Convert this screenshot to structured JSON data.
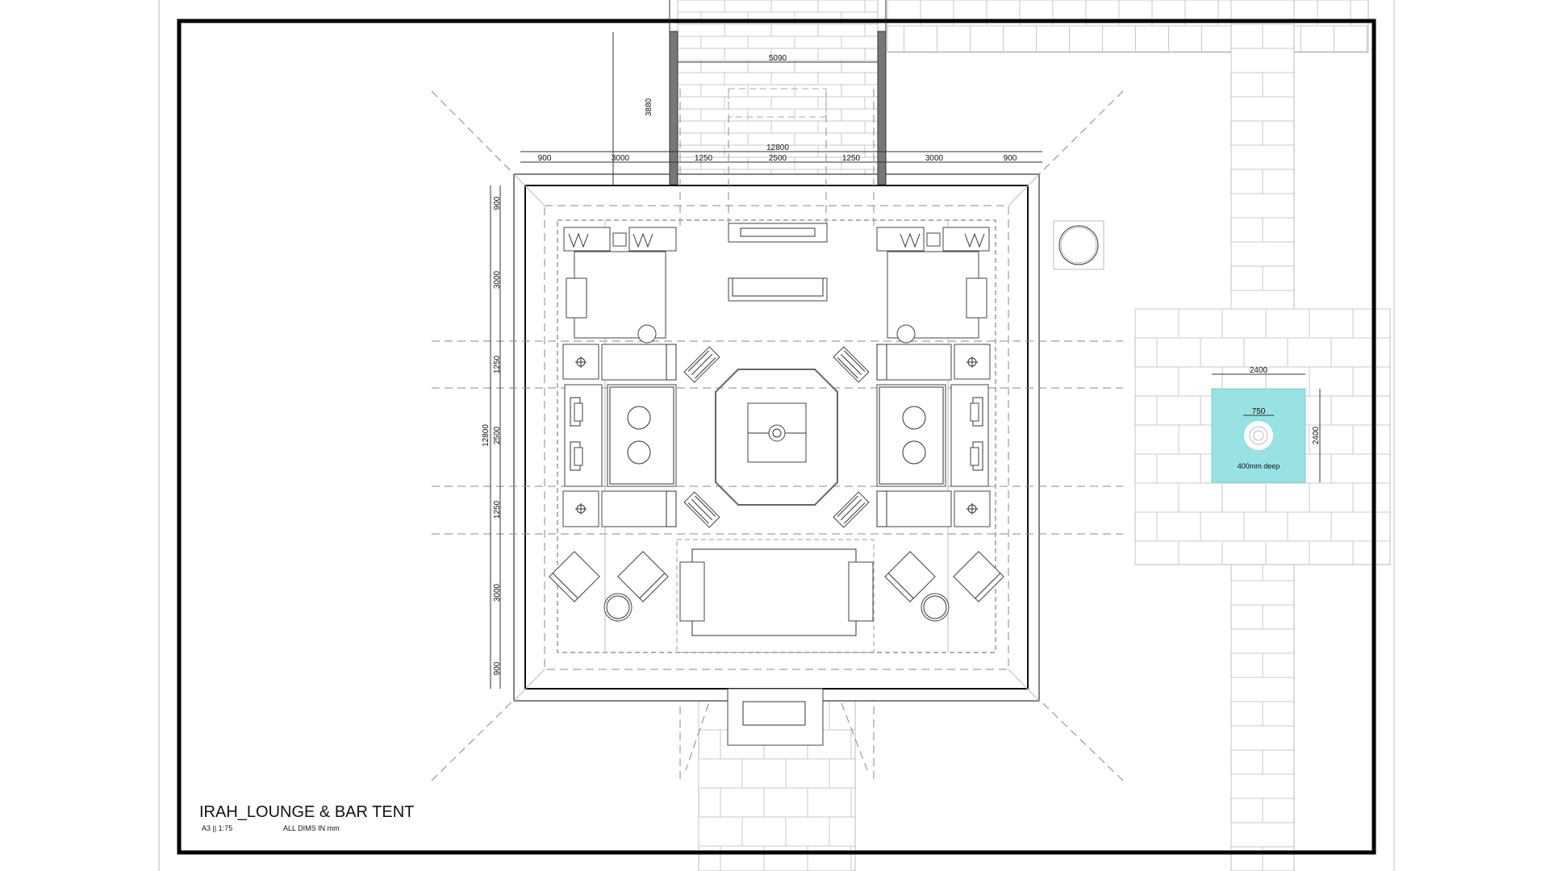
{
  "title_block": {
    "title": "IRAH_LOUNGE & BAR TENT",
    "sheet": "A3 || 1:75",
    "units_note": "ALL DIMS IN mm"
  },
  "dimensions": {
    "top_walkway_width": "5090",
    "top_walkway_length": "3880",
    "overall_width": "12800",
    "top_row": [
      "900",
      "3000",
      "1250",
      "2500",
      "1250",
      "3000",
      "900"
    ],
    "overall_depth": "12800",
    "left_column": [
      "900",
      "3000",
      "1250",
      "2500",
      "1250",
      "3000",
      "900"
    ]
  },
  "pool": {
    "width": "2400",
    "length": "2400",
    "fountain": "750",
    "depth_note": "400mm deep",
    "color": "#98e2e4"
  }
}
